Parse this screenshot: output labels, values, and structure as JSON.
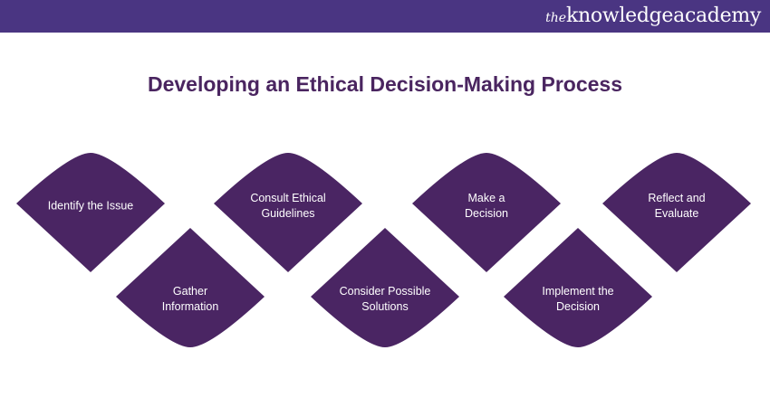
{
  "header": {
    "brand_prefix": "the",
    "brand_name": "knowledgeacademy",
    "background": "#4a3582"
  },
  "title": "Developing an Ethical Decision-Making Process",
  "colors": {
    "shape": "#4a2563",
    "title": "#4a2560"
  },
  "steps": [
    {
      "label": "Identify the Issue",
      "orientation": "up"
    },
    {
      "label": "Gather Information",
      "orientation": "down"
    },
    {
      "label": "Consult Ethical Guidelines",
      "orientation": "up"
    },
    {
      "label": "Consider Possible Solutions",
      "orientation": "down"
    },
    {
      "label": "Make a Decision",
      "orientation": "up"
    },
    {
      "label": "Implement the Decision",
      "orientation": "down"
    },
    {
      "label": "Reflect and Evaluate",
      "orientation": "up"
    }
  ]
}
